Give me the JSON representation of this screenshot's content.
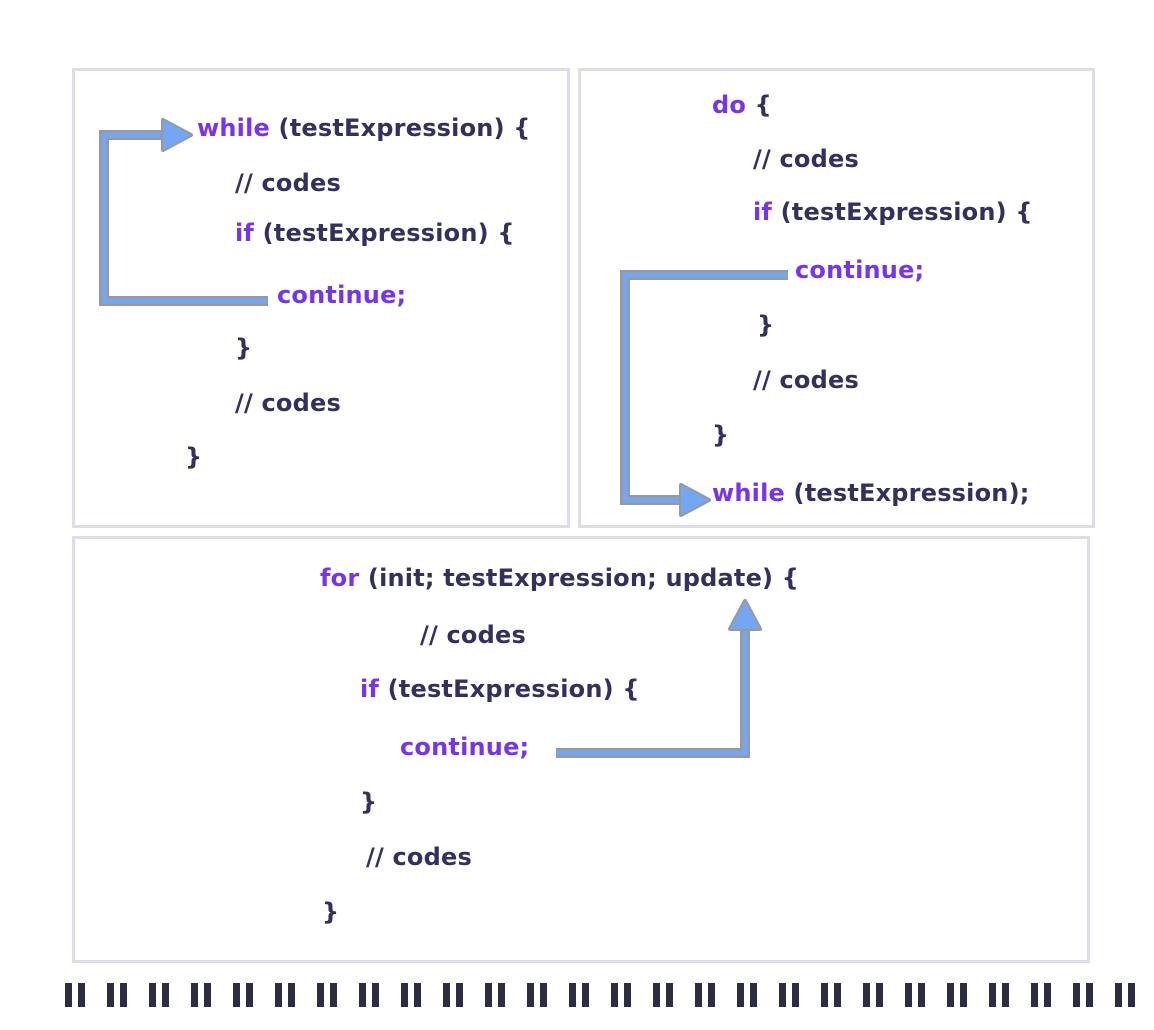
{
  "colors": {
    "keyword": "#7634f2",
    "code": "#333060",
    "arrow_blue": "#73a7f2",
    "arrow_outline": "#98989f",
    "panel_border": "#dcdcea",
    "strip": "#15152e"
  },
  "while_panel": {
    "lines": [
      {
        "kw": "while",
        "code": " (testExpression) {"
      },
      {
        "code": "// codes"
      },
      {
        "kw": "if",
        "code": " (testExpression) {"
      },
      {
        "kw": "continue;"
      },
      {
        "code": "}"
      },
      {
        "code": "// codes"
      },
      {
        "code": "}"
      }
    ]
  },
  "do_while_panel": {
    "lines": [
      {
        "kw": "do",
        "code": " {"
      },
      {
        "code": "// codes"
      },
      {
        "kw": "if",
        "code": " (testExpression) {"
      },
      {
        "kw": "continue;"
      },
      {
        "code": "}"
      },
      {
        "code": "// codes"
      },
      {
        "code": "}"
      },
      {
        "kw": "while",
        "code": " (testExpression);"
      }
    ]
  },
  "for_panel": {
    "lines": [
      {
        "kw": "for",
        "code": " (init; testExpression; update) {"
      },
      {
        "code": "// codes"
      },
      {
        "kw": "if",
        "code": " (testExpression) {"
      },
      {
        "kw": "continue;"
      },
      {
        "code": "}"
      },
      {
        "code": "// codes"
      },
      {
        "code": "}"
      }
    ]
  }
}
